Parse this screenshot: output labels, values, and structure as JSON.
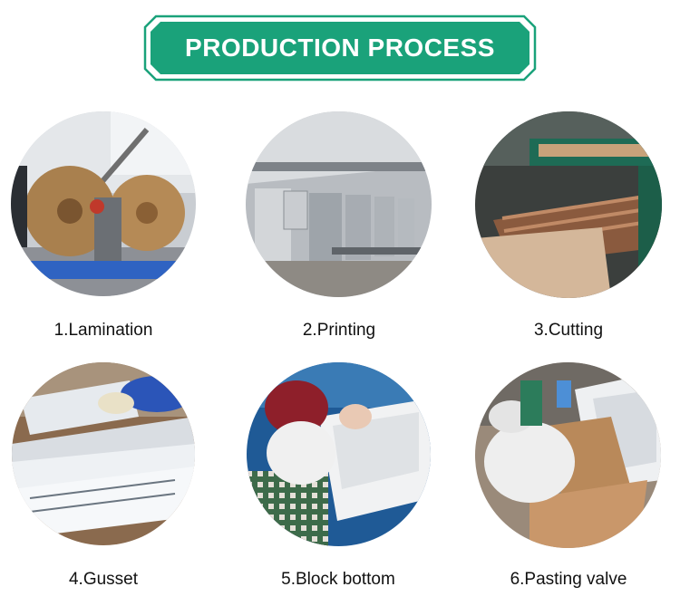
{
  "banner": {
    "title": "PRODUCTION PROCESS",
    "color": "#1aa27a"
  },
  "steps": [
    {
      "label": "1.Lamination",
      "scene": "lamination-machine-photo"
    },
    {
      "label": "2.Printing",
      "scene": "printing-machine-photo"
    },
    {
      "label": "3.Cutting",
      "scene": "cutting-machine-photo"
    },
    {
      "label": "4.Gusset",
      "scene": "gusset-folding-photo"
    },
    {
      "label": "5.Block bottom",
      "scene": "block-bottom-photo"
    },
    {
      "label": "6.Pasting valve",
      "scene": "pasting-valve-photo"
    }
  ]
}
